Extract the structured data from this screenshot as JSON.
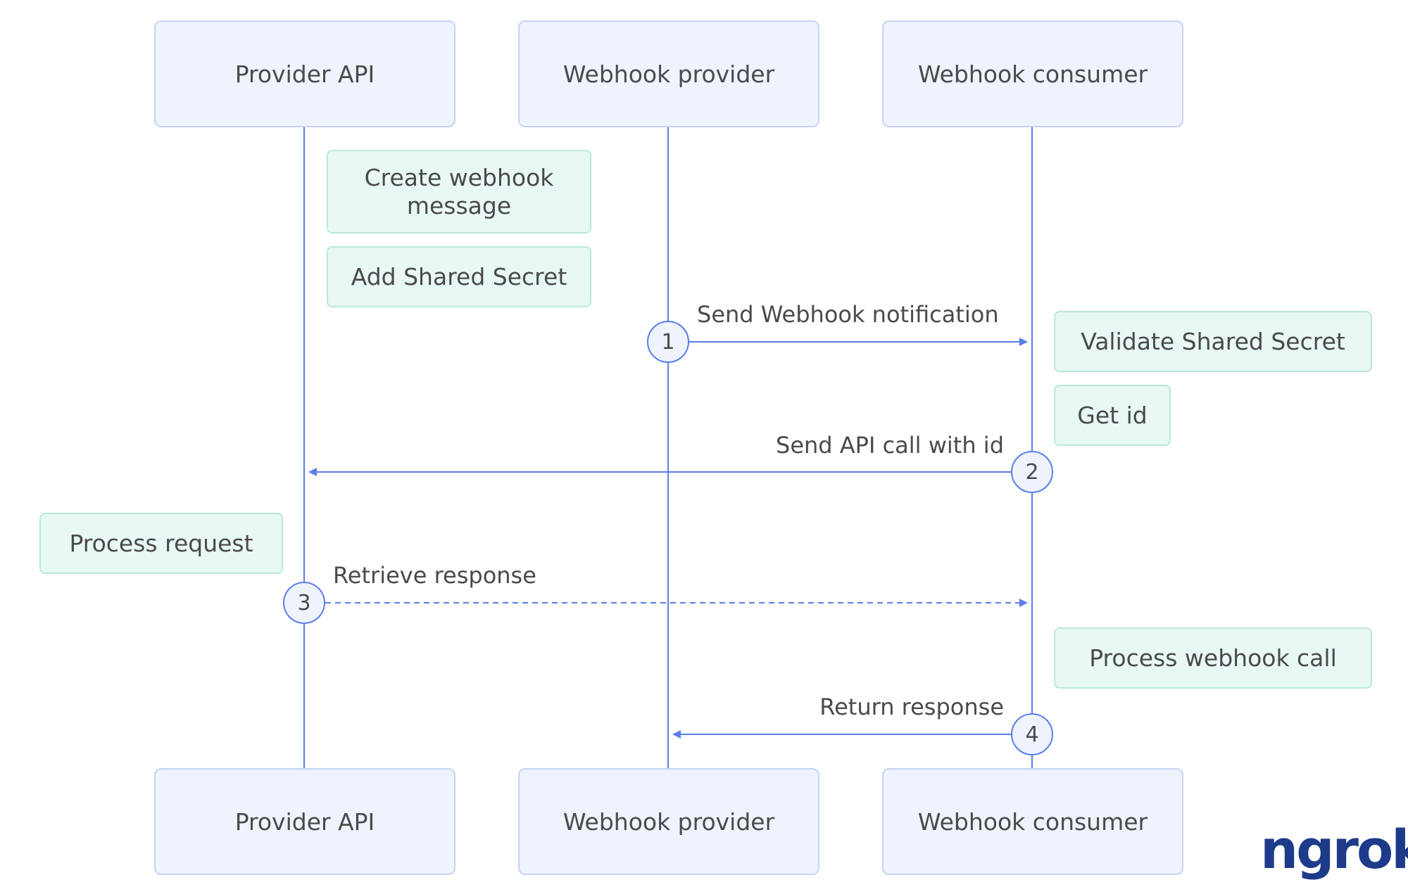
{
  "participants": {
    "provider_api": "Provider API",
    "webhook_provider": "Webhook provider",
    "webhook_consumer": "Webhook consumer"
  },
  "notes": {
    "create_message": "Create webhook message",
    "add_secret": "Add Shared Secret",
    "validate_secret": "Validate Shared Secret",
    "get_id": "Get id",
    "process_request": "Process request",
    "process_webhook_call": "Process webhook call"
  },
  "messages": [
    {
      "number": "1",
      "label": "Send Webhook notification"
    },
    {
      "number": "2",
      "label": "Send API call with id"
    },
    {
      "number": "3",
      "label": "Retrieve response"
    },
    {
      "number": "4",
      "label": "Return response"
    }
  ],
  "brand": {
    "logo_text": "ngrok"
  },
  "colors": {
    "line": "#5b7ee8",
    "participant_fill": "#eef3fd",
    "participant_border": "#c5d3f4",
    "note_fill": "#e8f8f5",
    "note_border": "#b9e8db",
    "text": "#4a4a4a",
    "logo": "#1e3a8a"
  }
}
